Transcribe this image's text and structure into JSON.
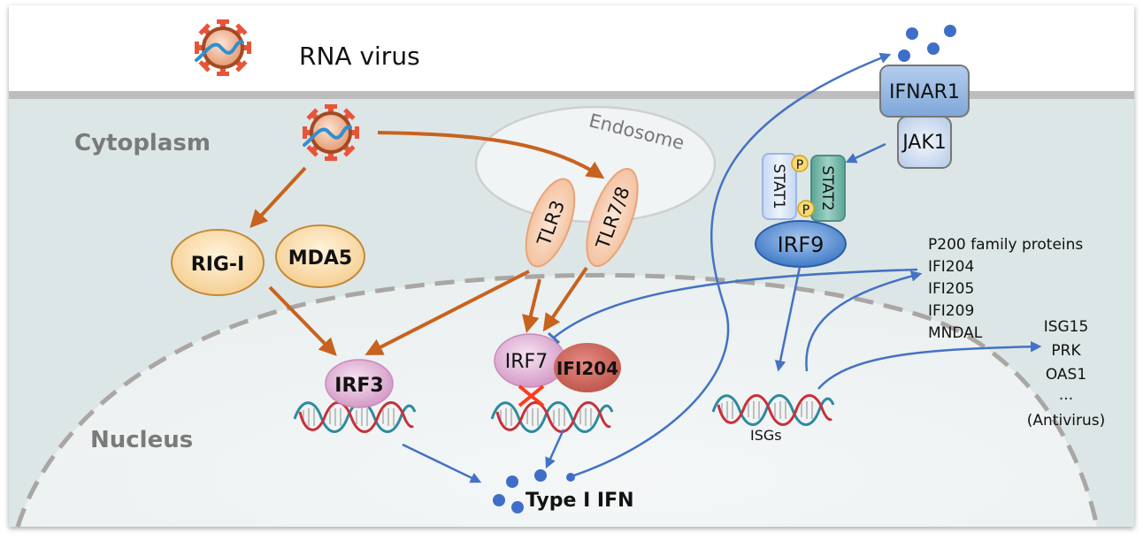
{
  "title": "RNA virus type I IFN signaling pathway",
  "labels": {
    "rna_virus": "RNA virus",
    "cytoplasm": "Cytoplasm",
    "nucleus": "Nucleus",
    "endosome": "Endosome",
    "type_i_ifn": "Type I IFN",
    "isgs": "ISGs"
  },
  "proteins": {
    "rig_i": "RIG-I",
    "mda5": "MDA5",
    "tlr3": "TLR3",
    "tlr78": "TLR7/8",
    "irf3": "IRF3",
    "irf7": "IRF7",
    "ifi204": "IFI204",
    "ifnar1": "IFNAR1",
    "jak1": "JAK1",
    "stat1": "STAT1",
    "stat2": "STAT2",
    "phospho": "P",
    "irf9": "IRF9"
  },
  "p200_list": {
    "header": "P200 family proteins",
    "items": [
      "IFI204",
      "IFI205",
      "IFI209",
      "MNDAL"
    ]
  },
  "antiviral_list": {
    "items": [
      "ISG15",
      "PRK",
      "OAS1",
      "...",
      "(Antivirus)"
    ]
  },
  "colors": {
    "activation_arrow": "#c8621e",
    "ifn_arrow": "#4472c4",
    "cytoplasm_bg": "#dde6e6",
    "membrane": "#bdbdbd",
    "nucleus_border": "#aaaaaa",
    "irf_pink": "#dba6cf",
    "ifi204_red": "#c8665c",
    "receptor_blue": "#8fb4e0",
    "stat2_teal": "#5fa89a",
    "inhibition_cross": "#ff3b1f"
  }
}
